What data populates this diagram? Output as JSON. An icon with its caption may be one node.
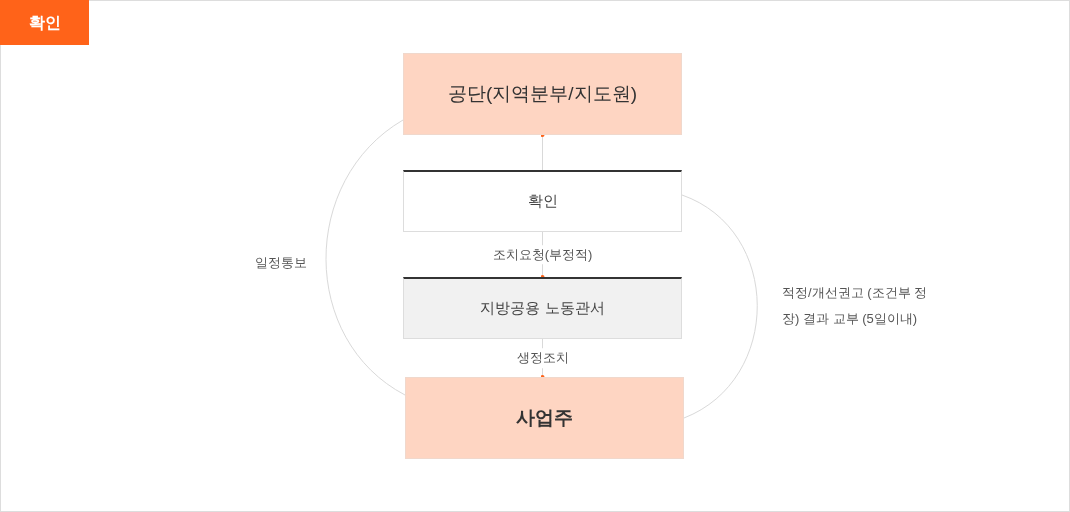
{
  "diagram": {
    "title": "확인",
    "nodes": [
      {
        "text": [
          "공단(지역분부/지도원)"
        ]
      },
      {
        "text": [
          "확인"
        ]
      },
      {
        "text": [
          "지방공용 노동관서"
        ]
      },
      {
        "text": [
          "사업주"
        ]
      }
    ],
    "edges": [
      {
        "from": 1,
        "to": 0,
        "arrow": "other"
      },
      {
        "from": 1,
        "to": 2,
        "arrow": "other",
        "label": "조치요청(부정적)"
      },
      {
        "from": 2,
        "to": 3,
        "arrow": "other",
        "label": "생정조치"
      },
      {
        "from": 0,
        "to": 3,
        "arrow": "none",
        "label": "일정통보"
      },
      {
        "from": 1,
        "to": 3,
        "arrow": "none",
        "label": "적정/개선권고 (조건부 정장) 결과 교부 (5일이내)"
      }
    ]
  }
}
